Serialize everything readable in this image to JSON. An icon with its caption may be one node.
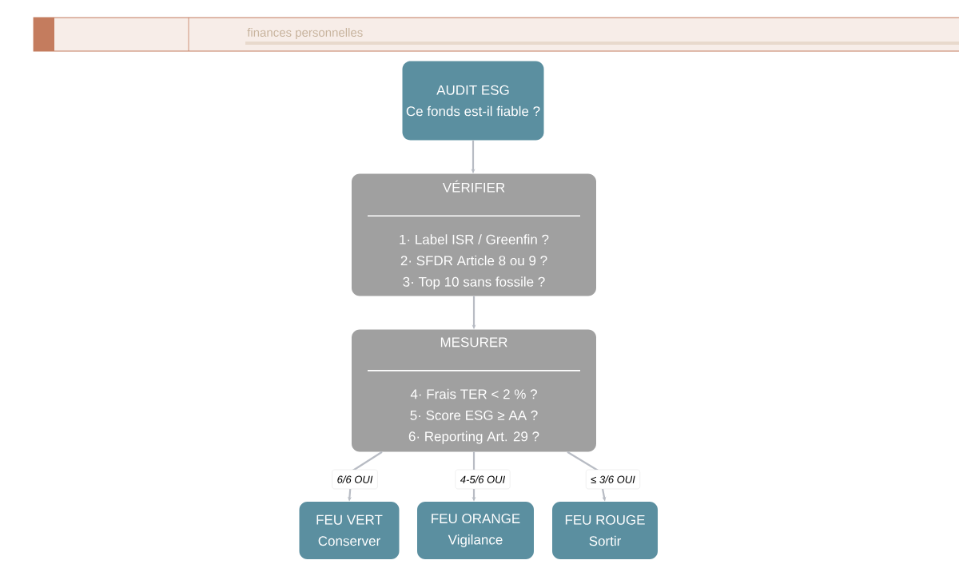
{
  "diagram": {
    "nodes": [
      {
        "text": [
          "AUDIT ESG",
          "Ce fonds est-il fiable ?"
        ]
      },
      {
        "text": [
          "VÉRIFIER",
          "1· Label ISR / Greenfin ?",
          "2· SFDR Article 8 ou 9 ?",
          "3· Top 10 sans fossile ?"
        ]
      },
      {
        "text": [
          "MESURER",
          "4· Frais TER < 2 % ?",
          "5· Score ESG ≥ AA ?",
          "6· Reporting Art. 29 ?"
        ]
      },
      {
        "text": [
          "FEU VERT",
          "Conserver"
        ]
      },
      {
        "text": [
          "FEU ORANGE",
          "Vigilance"
        ]
      },
      {
        "text": [
          "FEU ROUGE",
          "Sortir"
        ]
      }
    ],
    "edges": [
      {
        "from": 0,
        "to": 1,
        "arrow": "to"
      },
      {
        "from": 1,
        "to": 2,
        "arrow": "to"
      },
      {
        "from": 2,
        "to": 3,
        "arrow": "to",
        "label": "6/6 OUI"
      },
      {
        "from": 2,
        "to": 4,
        "arrow": "to",
        "label": "4-5/6 OUI"
      },
      {
        "from": 2,
        "to": 5,
        "arrow": "to",
        "label": "≤ 3/6 OUI"
      }
    ],
    "labels": [
      "finances personnelles"
    ]
  }
}
